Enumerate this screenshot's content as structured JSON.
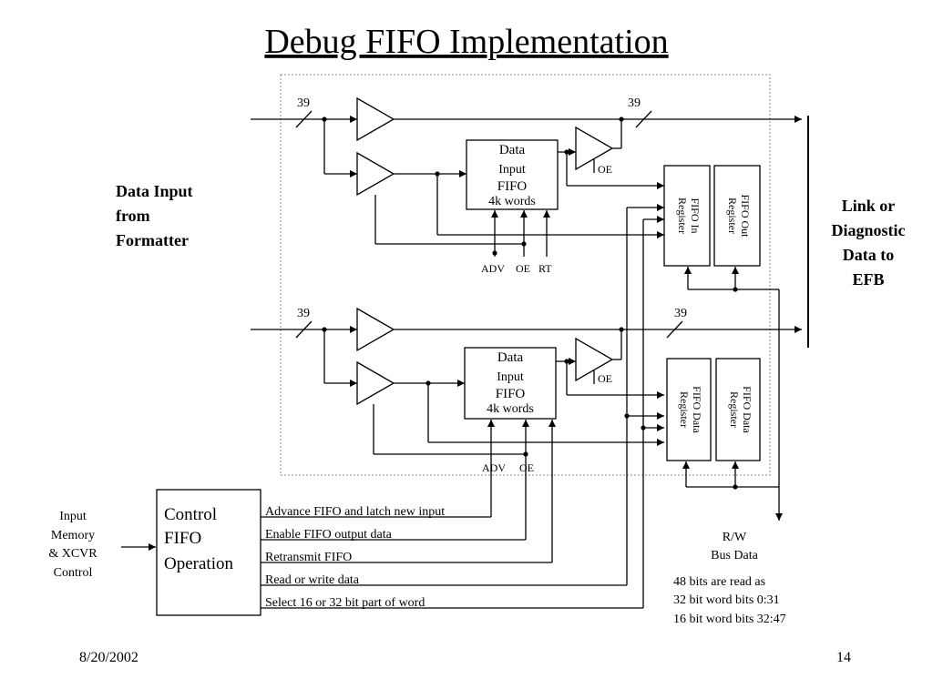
{
  "title": "Debug FIFO Implementation",
  "left_label": [
    "Data Input",
    "from",
    "Formatter"
  ],
  "right_label": [
    "Link or",
    "Diagnostic",
    "Data to",
    "EFB"
  ],
  "top": {
    "bus_in": "39",
    "bus_out": "39",
    "fifo": {
      "line1": "Data",
      "line2": "Input",
      "line3": "FIFO",
      "line4": "4k words"
    },
    "oe_buf": "OE",
    "adv": "ADV",
    "oe": "OE",
    "rt": "RT",
    "reg1": {
      "line1": "FIFO In",
      "line2": "Register"
    },
    "reg2": {
      "line1": "FIFO Out",
      "line2": "Register"
    }
  },
  "bottom": {
    "bus_in": "39",
    "bus_out": "39",
    "fifo": {
      "line1": "Data",
      "line2": "Input",
      "line3": "FIFO",
      "line4": "4k words"
    },
    "oe_buf": "OE",
    "adv": "ADV",
    "oe": "OE",
    "reg1": {
      "line1": "FIFO Data",
      "line2": "Register"
    },
    "reg2": {
      "line1": "FIFO Data",
      "line2": "Register"
    }
  },
  "control": {
    "title": [
      "Control",
      "FIFO",
      "Operation"
    ]
  },
  "input_memory": [
    "Input",
    "Memory",
    "& XCVR",
    "Control"
  ],
  "signals": [
    "Advance FIFO and latch new input",
    "Enable FIFO output data",
    "Retransmit FIFO",
    "Read or write data",
    "Select 16 or 32 bit part of word"
  ],
  "rw_label": [
    "R/W",
    "Bus Data"
  ],
  "notes": [
    "48 bits are read as",
    "32 bit word bits 0:31",
    "16 bit word bits 32:47"
  ],
  "footer": {
    "date": "8/20/2002",
    "page": "14"
  }
}
